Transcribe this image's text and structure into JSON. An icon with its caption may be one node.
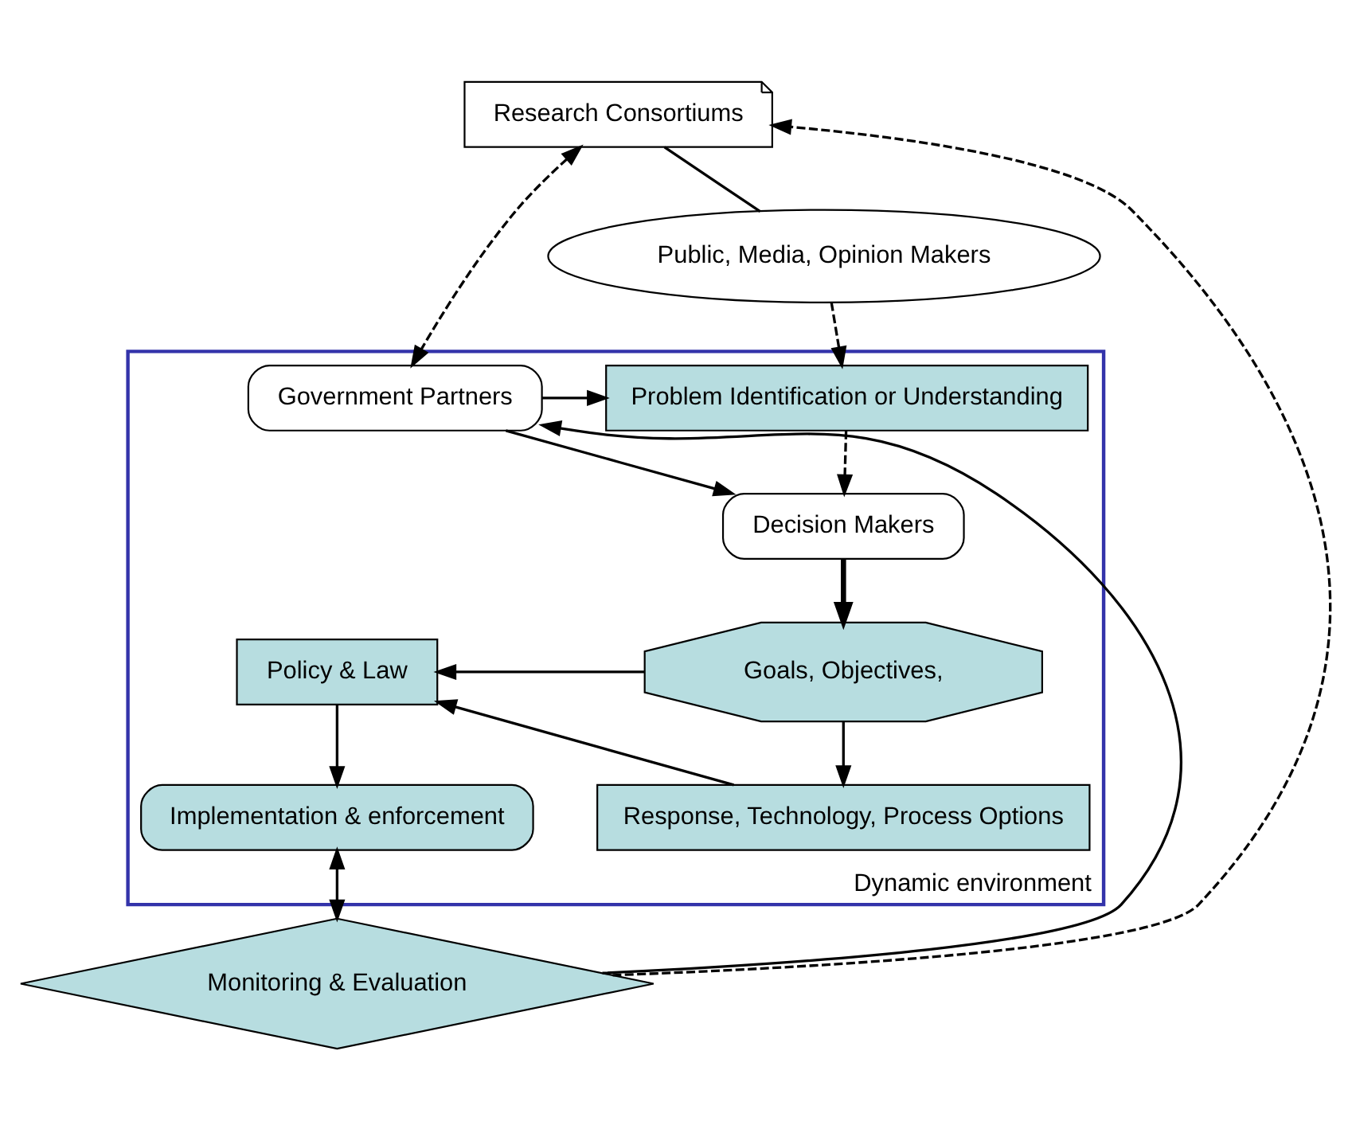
{
  "diagram": {
    "nodes": [
      {
        "text": [
          "Research Consortiums"
        ]
      },
      {
        "text": [
          "Public, Media, Opinion Makers"
        ]
      },
      {
        "text": [
          "Dynamic environment"
        ]
      },
      {
        "text": [
          "Government Partners"
        ],
        "in": 2
      },
      {
        "text": [
          "Problem Identification or Understanding"
        ],
        "in": 2
      },
      {
        "text": [
          "Decision Makers"
        ],
        "in": 2
      },
      {
        "text": [
          "Policy & Law"
        ],
        "in": 2
      },
      {
        "text": [
          "Goals, Objectives,"
        ],
        "in": 2
      },
      {
        "text": [
          "Implementation & enforcement"
        ],
        "in": 2
      },
      {
        "text": [
          "Response, Technology, Process Options"
        ],
        "in": 2
      },
      {
        "text": [
          "Monitoring & Evaluation"
        ]
      }
    ],
    "edges": [
      {
        "from": 10,
        "to": 0,
        "arrow": "to",
        "style": "dashed"
      },
      {
        "from": 10,
        "to": 3,
        "arrow": "to"
      },
      {
        "from": 0,
        "to": 3,
        "arrow": "both",
        "style": "dashed"
      },
      {
        "from": 0,
        "to": 1,
        "arrow": "none"
      },
      {
        "from": 1,
        "to": 4,
        "arrow": "to",
        "style": "dashed"
      },
      {
        "from": 3,
        "to": 4,
        "arrow": "to"
      },
      {
        "from": 3,
        "to": 5,
        "arrow": "to"
      },
      {
        "from": 4,
        "to": 5,
        "arrow": "to",
        "style": "dashed"
      },
      {
        "from": 5,
        "to": 7,
        "arrow": "to",
        "style": "thick"
      },
      {
        "from": 7,
        "to": 6,
        "arrow": "to"
      },
      {
        "from": 7,
        "to": 9,
        "arrow": "to"
      },
      {
        "from": 9,
        "to": 6,
        "arrow": "to"
      },
      {
        "from": 6,
        "to": 8,
        "arrow": "to"
      },
      {
        "from": 8,
        "to": 10,
        "arrow": "both"
      }
    ]
  }
}
